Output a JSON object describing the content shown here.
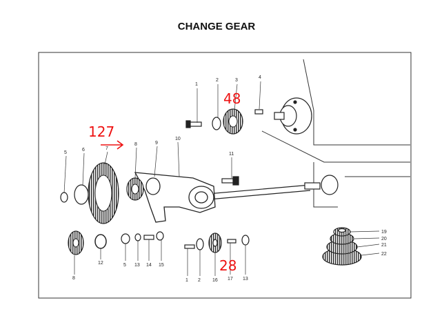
{
  "title": "CHANGE GEAR",
  "parts": {
    "p1a": "1",
    "p2a": "2",
    "p3": "3",
    "p4": "4",
    "p5a": "5",
    "p6": "6",
    "p7": "7",
    "p8a": "8",
    "p9": "9",
    "p10": "10",
    "p11": "11",
    "p8b": "8",
    "p12": "12",
    "p5b": "5",
    "p13a": "13",
    "p14": "14",
    "p15": "15",
    "p1b": "1",
    "p2b": "2",
    "p16": "16",
    "p17": "17",
    "p13b": "13",
    "p19": "19",
    "p20": "20",
    "p21": "21",
    "p22": "22"
  },
  "notes": {
    "gear_top": "48",
    "gear_large": "127",
    "gear_small": "28"
  },
  "colors": {
    "ink": "#222222",
    "annotation": "#e11111"
  }
}
